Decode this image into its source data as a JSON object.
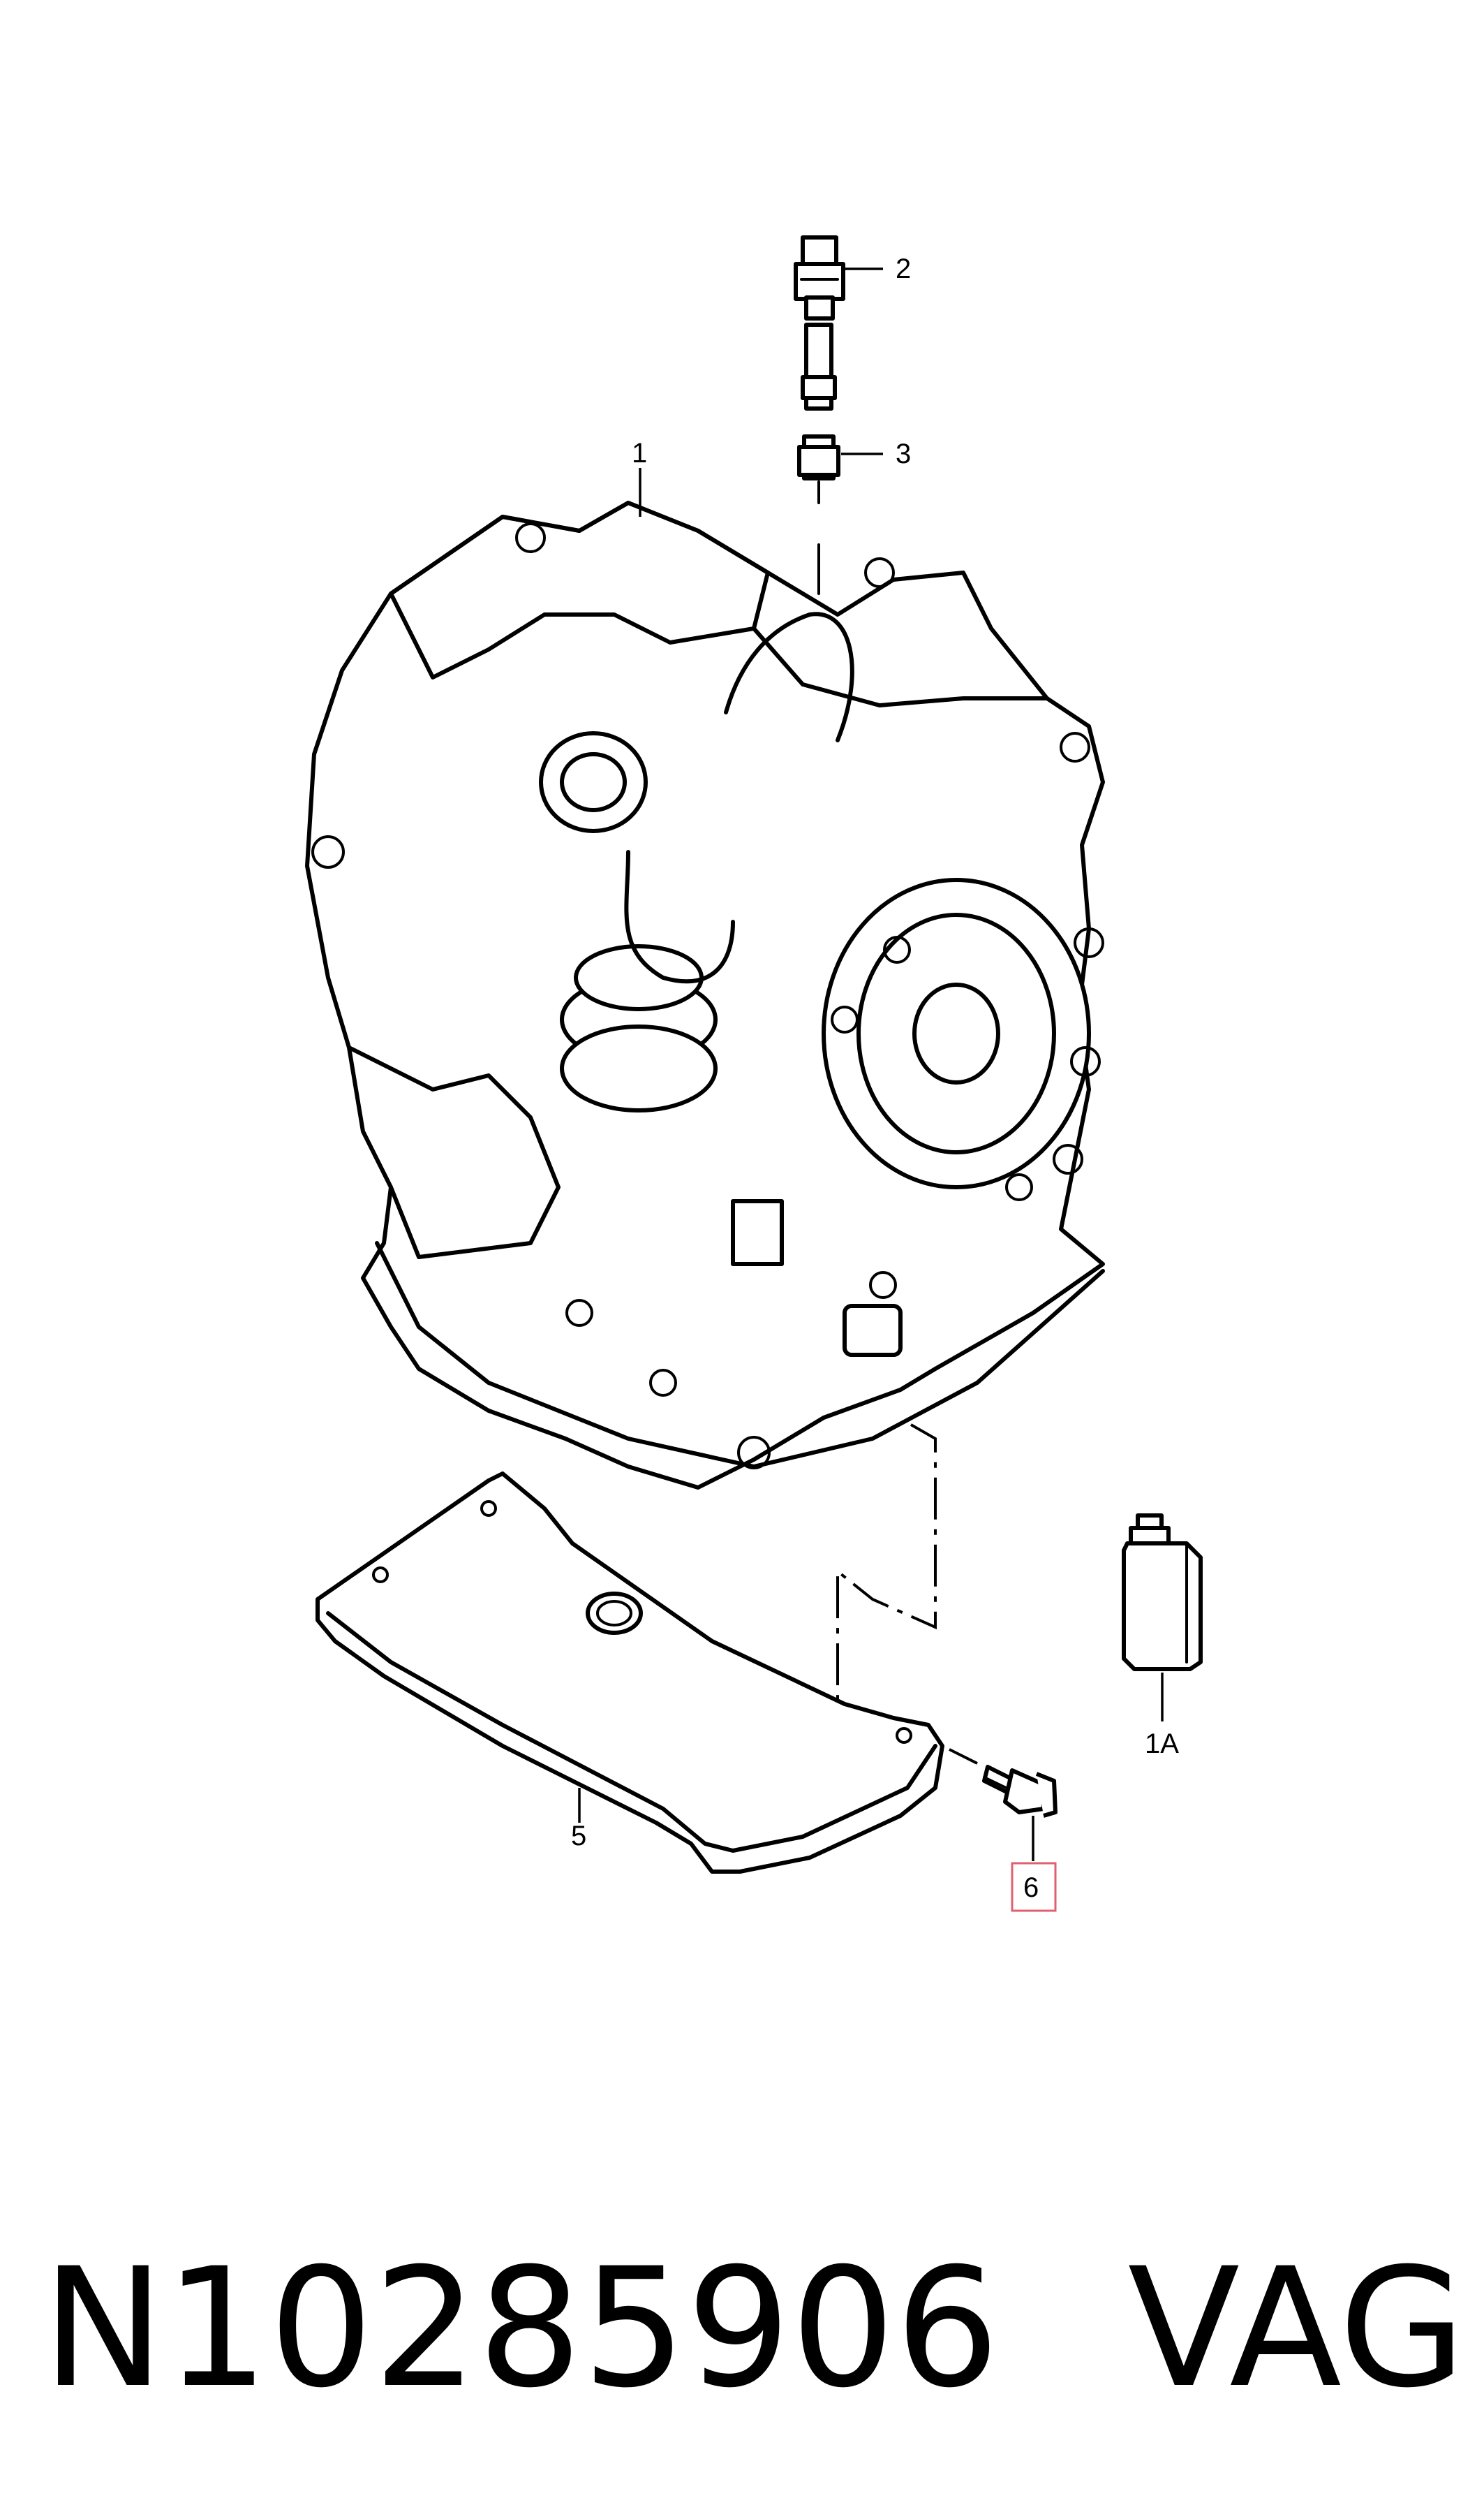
{
  "diagram": {
    "callouts": {
      "c1": "1",
      "c2": "2",
      "c3": "3",
      "c1a": "1A",
      "c5": "5",
      "c6": "6"
    },
    "highlighted_callout": "6",
    "highlight_color": "#e06070"
  },
  "footer": {
    "part_number": "N10285906",
    "brand": "VAG"
  }
}
